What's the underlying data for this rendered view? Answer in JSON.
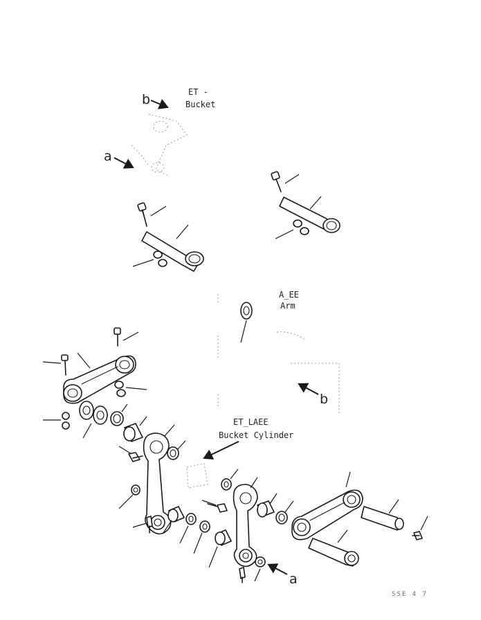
{
  "labels": {
    "bucket_ref": "ET -",
    "bucket": "Bucket",
    "arm_ref": "A_EE",
    "arm": "Arm",
    "cyl_ref": "ET_LAEE",
    "cyl": "Bucket Cylinder",
    "callout_a": "a",
    "callout_b": "b",
    "callout_a2": "a",
    "callout_b2": "b",
    "drawing_code": "SSE 4 7"
  }
}
